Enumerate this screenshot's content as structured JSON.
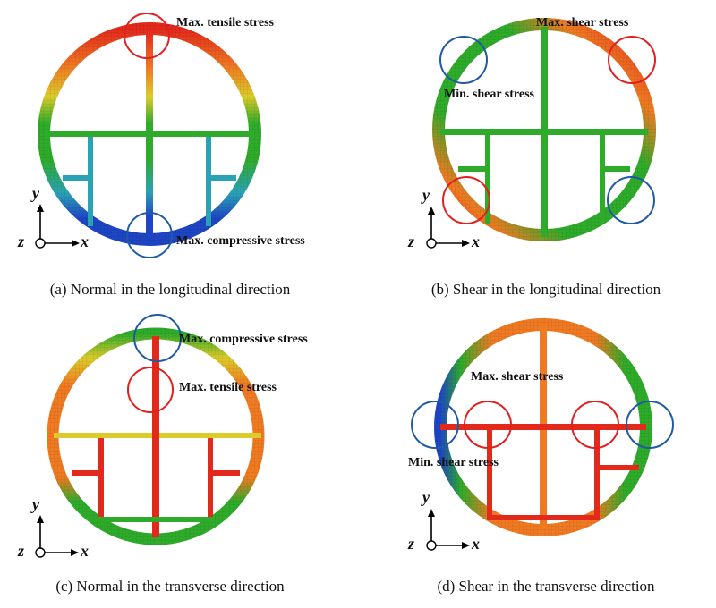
{
  "colors": {
    "red": "#e3281c",
    "orange": "#ef7a22",
    "yellow": "#dccb2a",
    "green": "#2eab2a",
    "cyan": "#2aa2b6",
    "blue": "#1e45c4",
    "circle_red": "#e0201f",
    "circle_blue": "#1f5aa6"
  },
  "axes": {
    "y": "y",
    "z": "z",
    "x": "x"
  },
  "panels": {
    "a": {
      "caption": "(a) Normal in the longitudinal direction",
      "labels": {
        "tensile": "Max. tensile stress",
        "compressive": "Max. compressive stress"
      },
      "circles": [
        "circle_red",
        "circle_blue"
      ]
    },
    "b": {
      "caption": "(b) Shear in the longitudinal direction",
      "labels": {
        "max_shear": "Max. shear stress",
        "min_shear": "Min. shear stress"
      }
    },
    "c": {
      "caption": "(c) Normal in the transverse direction",
      "labels": {
        "compressive": "Max. compressive stress",
        "tensile": "Max. tensile stress"
      }
    },
    "d": {
      "caption": "(d) Shear in the transverse direction",
      "labels": {
        "max_shear": "Max. shear stress",
        "min_shear": "Min. shear stress"
      }
    }
  }
}
